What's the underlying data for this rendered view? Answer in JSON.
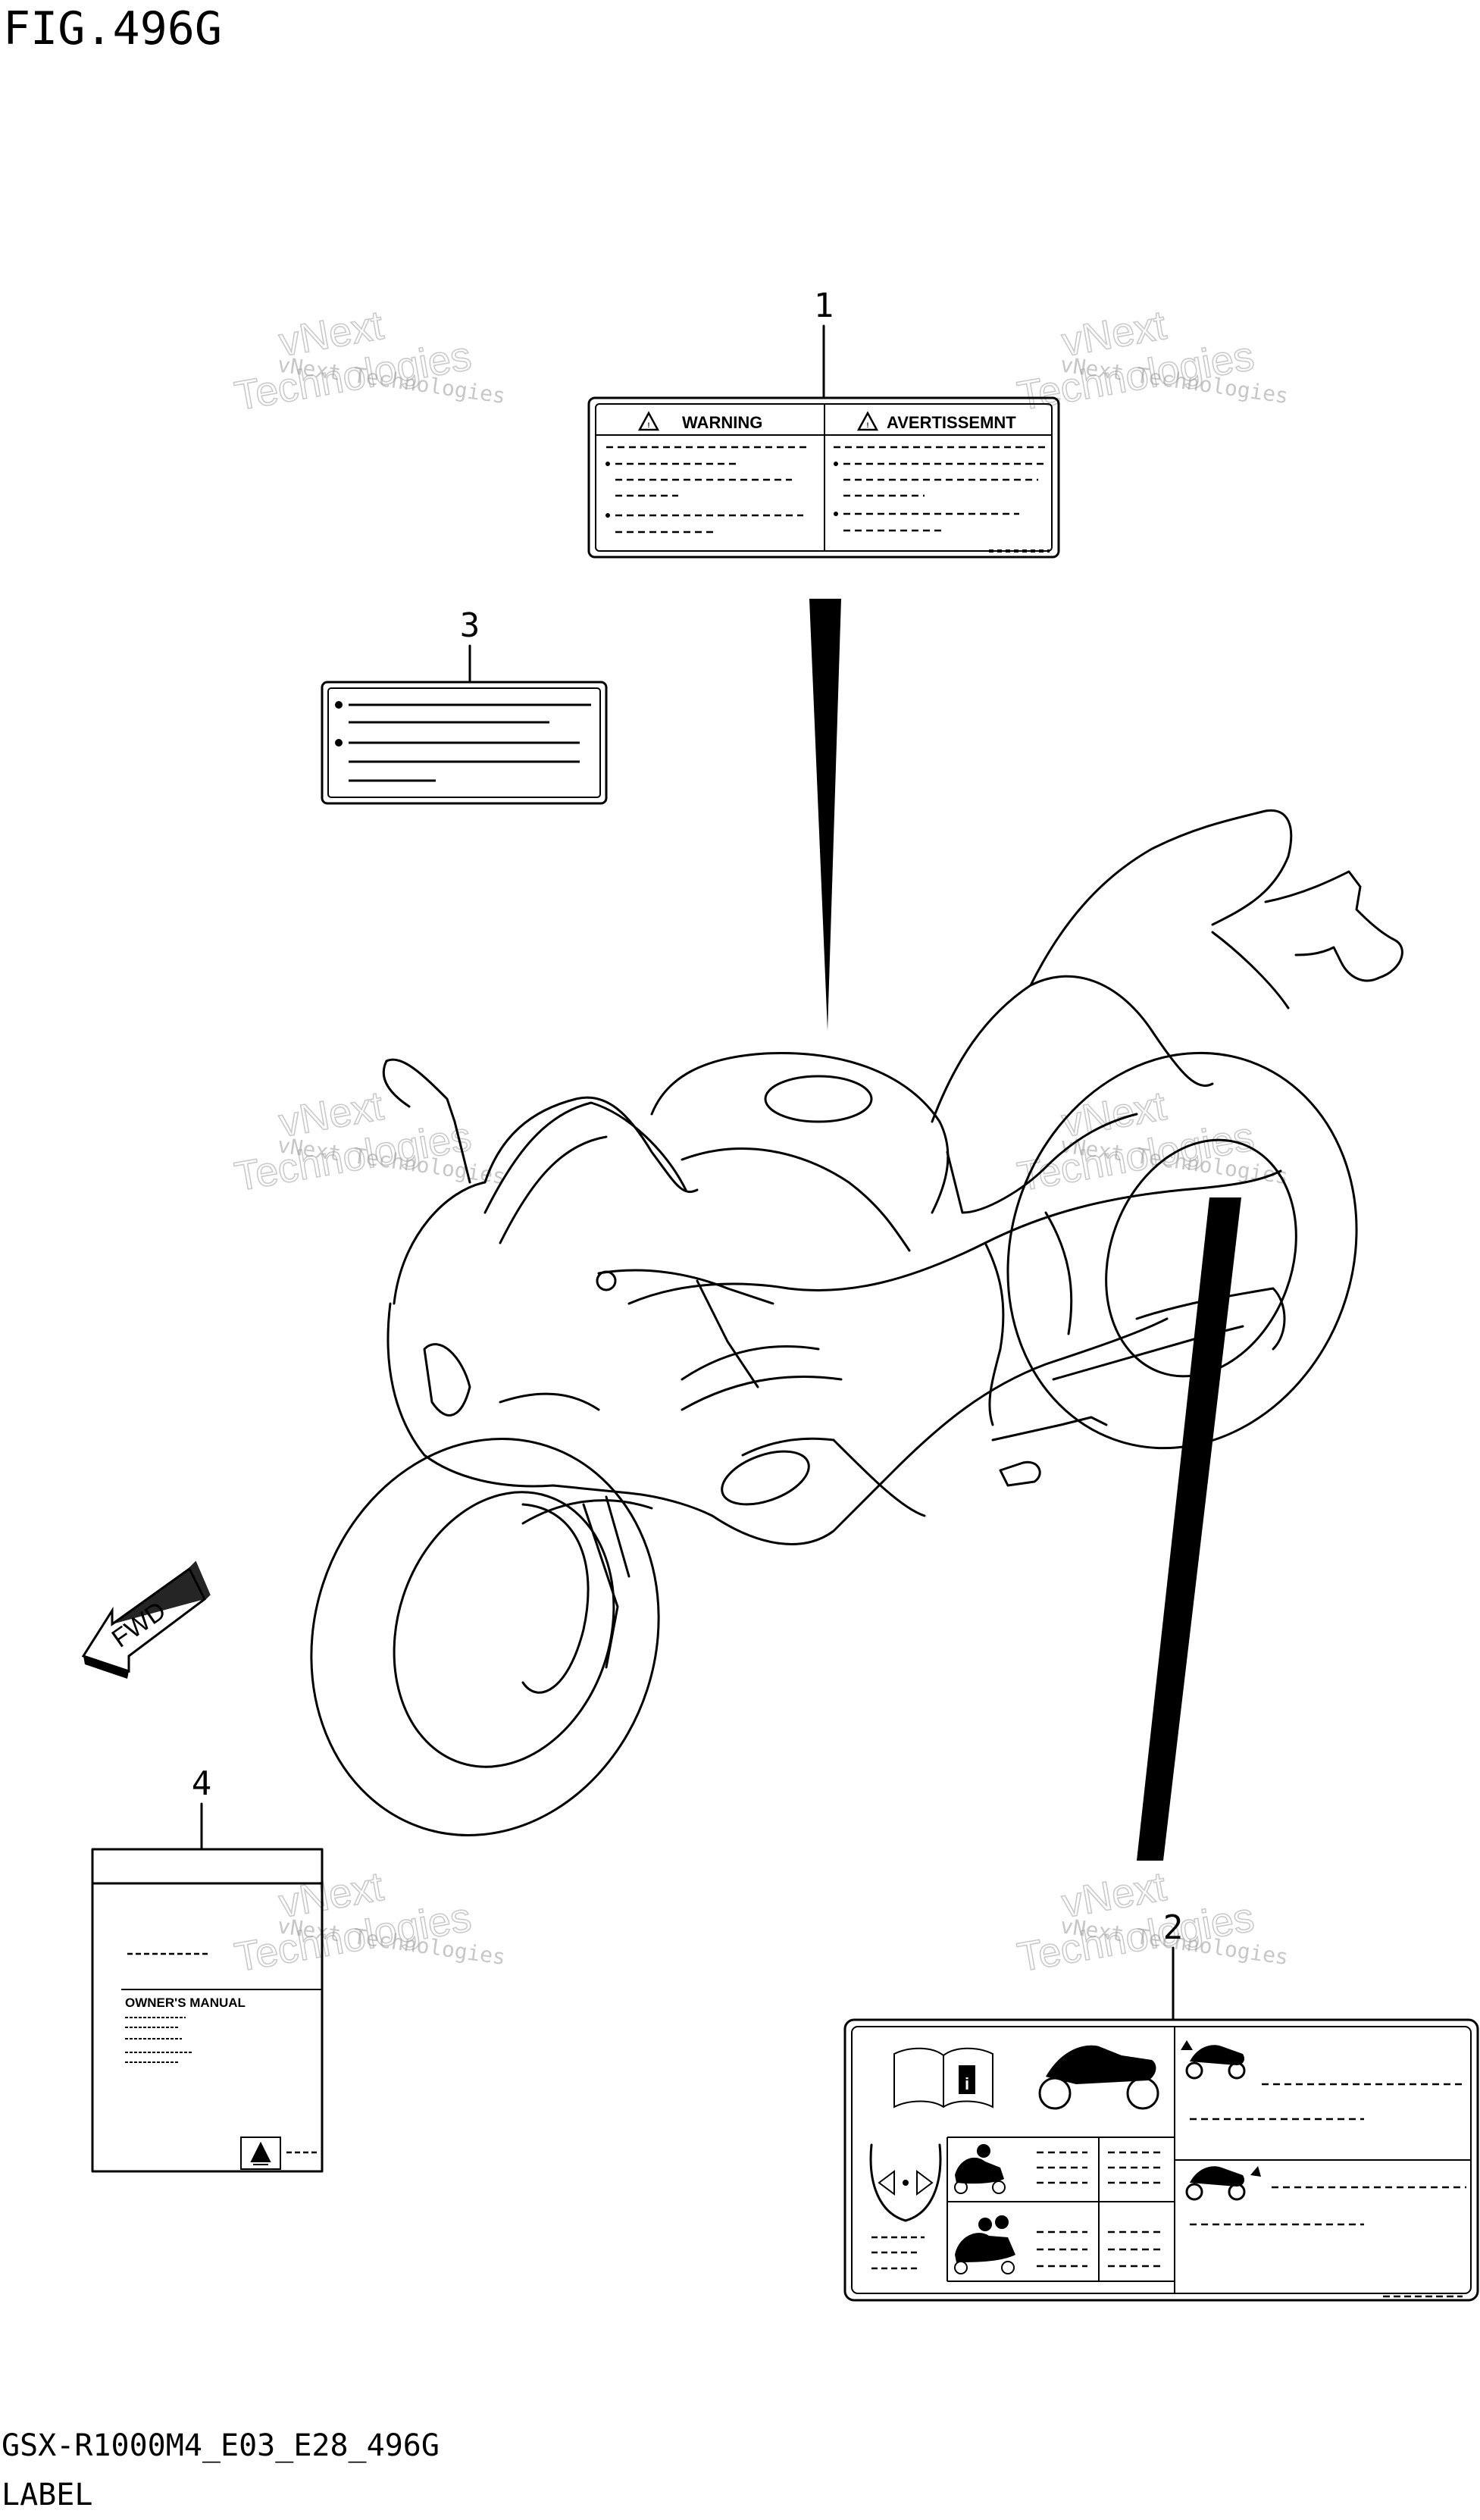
{
  "figure": {
    "title": "FIG.496G",
    "model_code": "GSX-R1000M4_E03_E28_496G",
    "caption": "LABEL"
  },
  "watermark": {
    "line_small": "vNext Technologies",
    "line_big_1": "vNext",
    "line_big_2": "Technologies"
  },
  "callouts": [
    {
      "number": "1"
    },
    {
      "number": "2"
    },
    {
      "number": "3"
    },
    {
      "number": "4"
    }
  ],
  "label_1": {
    "left_heading": "WARNING",
    "right_heading": "AVERTISSEMNT"
  },
  "label_4": {
    "manual_title": "OWNER'S MANUAL"
  },
  "direction_arrow": {
    "text": "FWD"
  }
}
